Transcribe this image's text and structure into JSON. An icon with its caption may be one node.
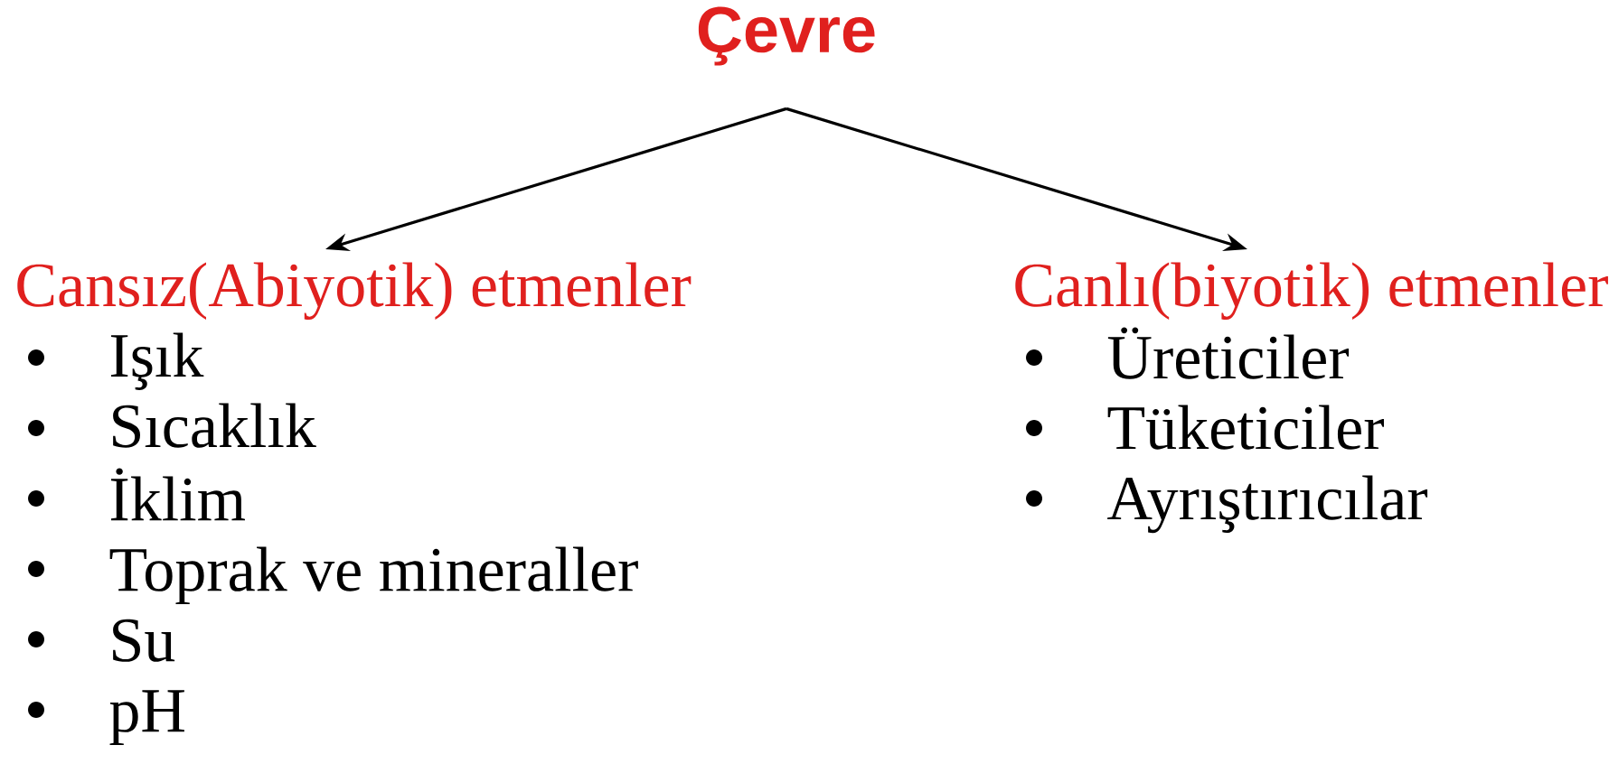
{
  "diagram": {
    "nodes": [
      {
        "text": [
          "Çevre"
        ]
      },
      {
        "text": [
          "Cansız(Abiyotik) etmenler",
          "Işık",
          "Sıcaklık",
          "İklim",
          "Toprak ve mineraller",
          "Su",
          "pH"
        ]
      },
      {
        "text": [
          "Canlı(biyotik) etmenler",
          "Üreticiler",
          "Tüketiciler",
          "Ayrıştırıcılar"
        ]
      }
    ],
    "edges": [
      {
        "from": 0,
        "to": 1,
        "arrow": "to"
      },
      {
        "from": 0,
        "to": 2,
        "arrow": "to"
      }
    ]
  }
}
